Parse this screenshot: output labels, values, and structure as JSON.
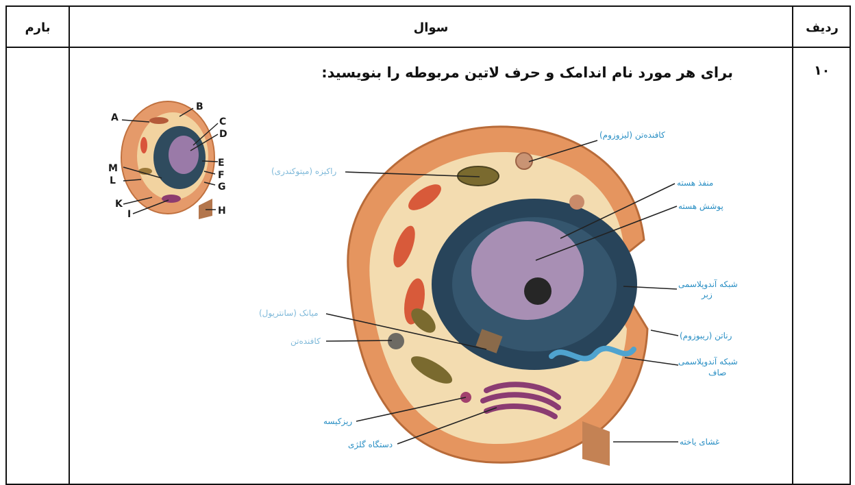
{
  "header": {
    "score_label": "بارم",
    "question_label": "سوال",
    "row_label": "ردیف"
  },
  "row": {
    "number": "۱۰",
    "question_text": "برای هر مورد نام اندامک و حرف لاتین مربوطه را بنویسید:"
  },
  "small_diagram": {
    "letters": [
      "A",
      "B",
      "C",
      "D",
      "E",
      "F",
      "G",
      "H",
      "I",
      "K",
      "L",
      "M"
    ]
  },
  "large_diagram": {
    "labels": {
      "lysosome": "کافندەتن (لیزوزوم)",
      "mitochondria": "راکیزه (میتوکندری)",
      "nuclear_pore": "منفذ هسته",
      "nuclear_envelope": "پوشش هسته",
      "rough_er_line1": "شبکه آندوپلاسمی",
      "rough_er_line2": "زبر",
      "centriole": "میانک (سانتریول)",
      "lysosome2": "کافندەتن",
      "ribosome": "رناتن (ریبوزوم)",
      "smooth_er_line1": "شبکه آندوپلاسمی",
      "smooth_er_line2": "صاف",
      "vesicle": "ریزکیسه",
      "golgi": "دستگاه گلژی",
      "membrane": "غشای یاخته"
    }
  }
}
